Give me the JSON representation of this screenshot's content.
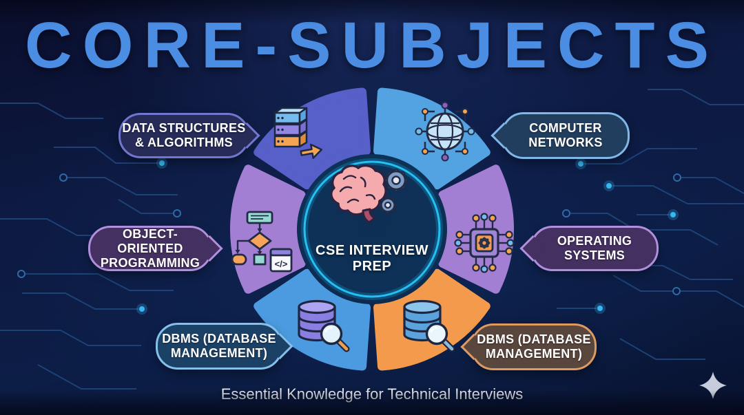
{
  "title": "CORE-SUBJECTS",
  "caption": "Essential Knowledge for Technical Interviews",
  "hub": {
    "line1": "CSE INTERVIEW",
    "line2": "PREP",
    "icon": "brain-gears-icon"
  },
  "labels": {
    "dsa": {
      "line1": "DATA STRUCTURES",
      "line2": "& ALGORITHMS"
    },
    "networks": {
      "line1": "COMPUTER",
      "line2": "NETWORKS"
    },
    "oop": {
      "line1": "OBJECT-ORIENTED",
      "line2": "PROGRAMMING"
    },
    "os": {
      "line1": "OPERATING",
      "line2": "SYSTEMS"
    },
    "dbms_left": {
      "line1": "DBMS (DATABASE",
      "line2": "MANAGEMENT)"
    },
    "dbms_right": {
      "line1": "DBMS (DATABASE",
      "line2": "MANAGEMENT)"
    }
  },
  "segments": [
    {
      "name": "data-structures-algorithms",
      "color": "#575fc8",
      "icon": "server-stack-icon"
    },
    {
      "name": "computer-networks",
      "color": "#53a2e1",
      "icon": "network-globe-icon"
    },
    {
      "name": "object-oriented-programming",
      "color": "#a37fd4",
      "icon": "flowchart-icon"
    },
    {
      "name": "operating-systems",
      "color": "#a37fd4",
      "icon": "cpu-chip-icon"
    },
    {
      "name": "dbms-database-management",
      "color": "#4c9be0",
      "icon": "database-search-icon"
    },
    {
      "name": "dbms-database-management-2",
      "color": "#f49a4d",
      "icon": "database-search-icon"
    }
  ],
  "icons": {
    "code_glyph": "</>"
  },
  "colors": {
    "background": "#0c1538",
    "title": "#4a8de2",
    "accent_cyan": "#2bb5ea",
    "hub_ring": "#25c0ef",
    "pill_indigo_border": "#7176ce",
    "pill_blue_border": "#7fb8e8",
    "pill_purple_border": "#b08fdc",
    "pill_lightblue_border": "#85bfeb",
    "pill_brown_border": "#dd9b61",
    "caption_text": "#e6e9f2"
  }
}
